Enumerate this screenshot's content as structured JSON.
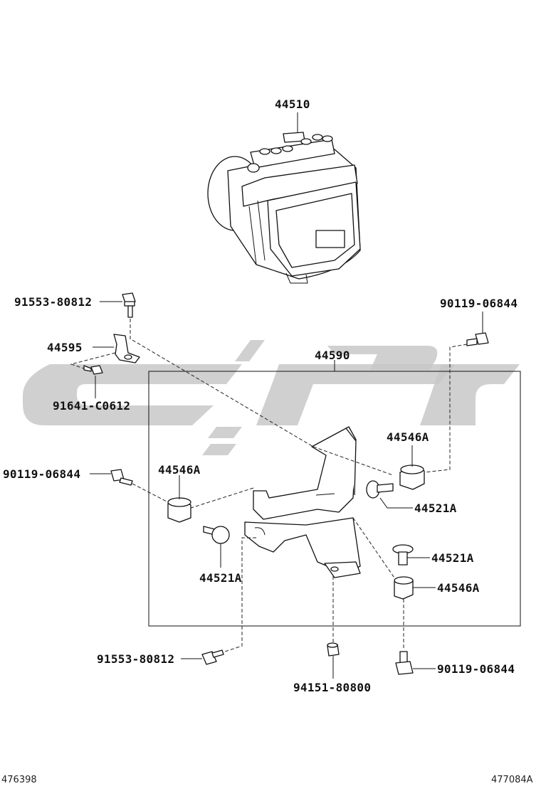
{
  "labels": {
    "p44510": "44510",
    "p91553_top": "91553-80812",
    "p90119_top": "90119-06844",
    "p44595": "44595",
    "p44590": "44590",
    "p91641": "91641-C0612",
    "p44546A_right_top": "44546A",
    "p90119_left": "90119-06844",
    "p44546A_left": "44546A",
    "p44521A_right_top": "44521A",
    "p44521A_left": "44521A",
    "p44521A_right_mid": "44521A",
    "p44546A_right_mid": "44546A",
    "p91553_bottom": "91553-80812",
    "p90119_bottom": "90119-06844",
    "p94151": "94151-80800"
  },
  "footer": {
    "left_ref": "476398",
    "right_ref": "477084A"
  },
  "colors": {
    "line": "#111111",
    "watermark": "#c8c8c8",
    "background": "#ffffff"
  }
}
